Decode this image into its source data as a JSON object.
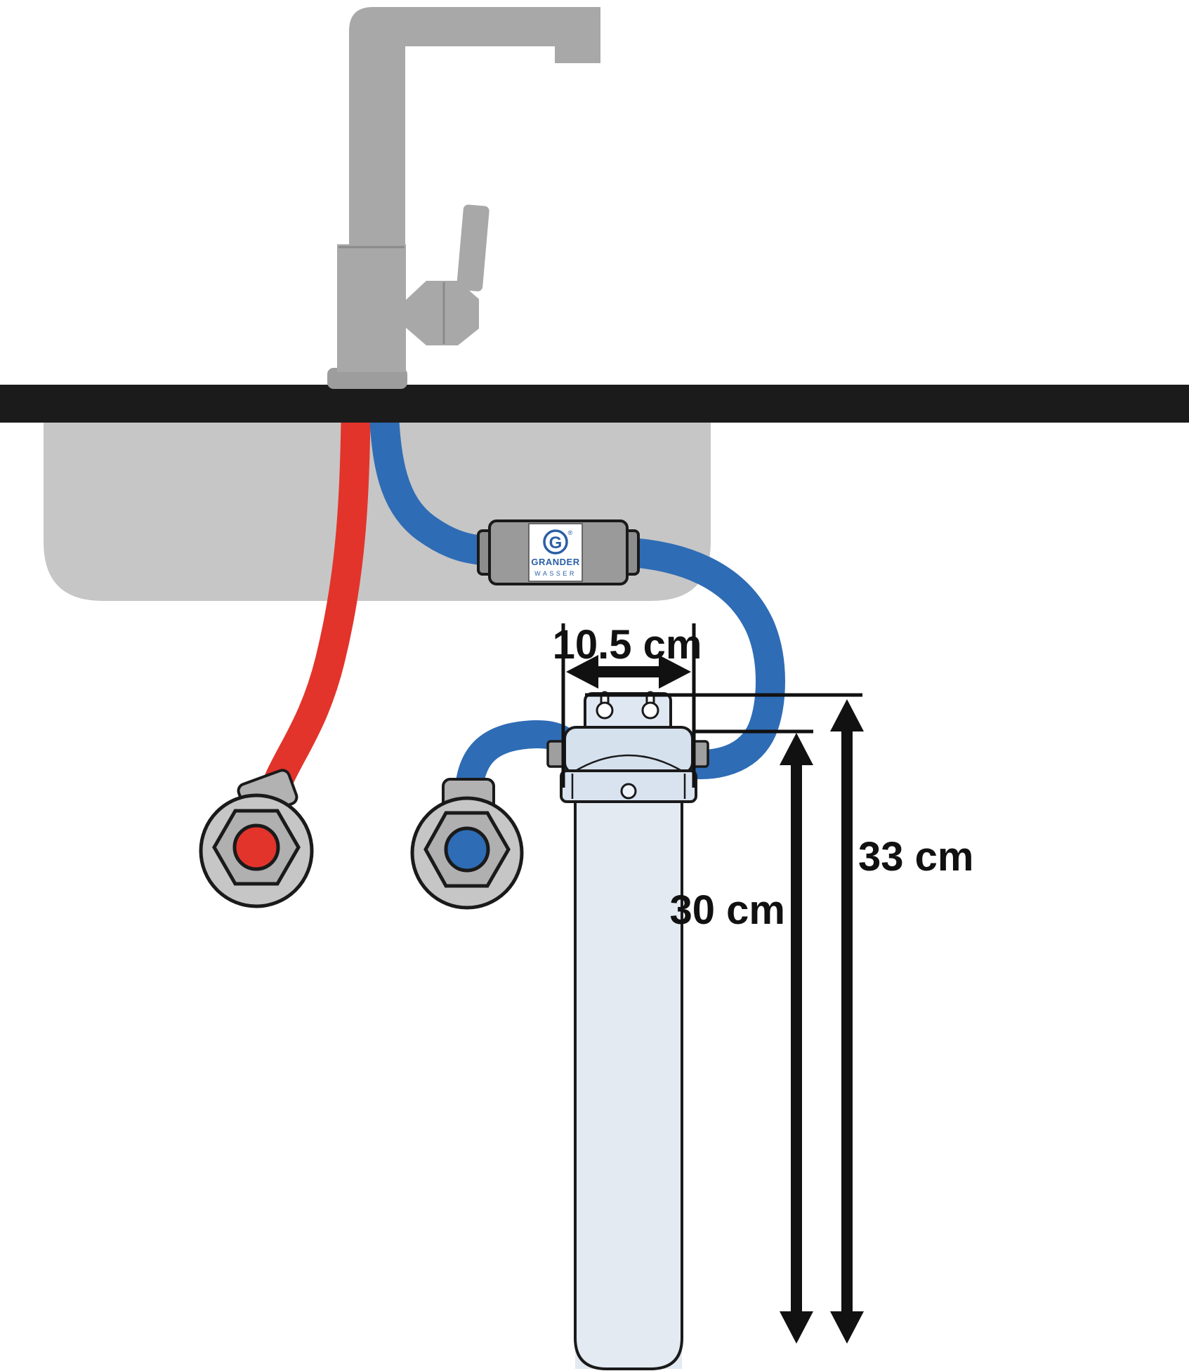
{
  "diagram": {
    "dimensions": {
      "filter_width_label": "10.5 cm",
      "total_height_label": "33 cm",
      "housing_height_label": "30 cm"
    },
    "device_label": {
      "logo_letter": "G",
      "registered_mark": "®",
      "line1": "GRANDER",
      "line2": "WASSER"
    },
    "colors": {
      "hot_water_red": "#e2342b",
      "cold_water_blue": "#2e6cb5",
      "faucet_gray": "#a8a8a8",
      "countertop_black": "#1b1b1b",
      "sink_gray": "#c6c6c6",
      "device_gray": "#9a9a9a",
      "filter_body": "#dce6f1",
      "brand_blue": "#2a5fa5",
      "annotation_black": "#111111"
    }
  }
}
